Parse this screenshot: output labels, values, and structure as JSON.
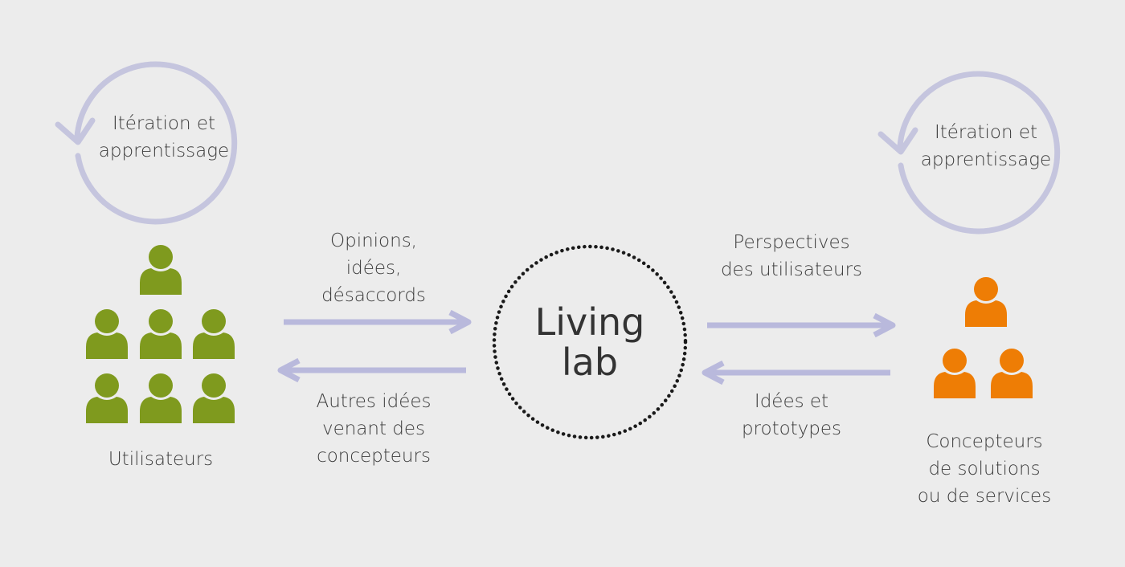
{
  "colors": {
    "background": "#ececec",
    "cycle_arrow": "#c5c5de",
    "flow_arrow": "#b9b9dc",
    "users": "#7f9a1e",
    "designers": "#ee7d05",
    "center_ring": "#1a1a1a"
  },
  "left_cycle": {
    "label": "Itération et\napprentissage"
  },
  "right_cycle": {
    "label": "Itération et\napprentissage"
  },
  "users": {
    "label": "Utilisateurs",
    "count": 7
  },
  "designers": {
    "label": "Concepteurs\nde solutions\nou de services",
    "count": 3
  },
  "center": {
    "label": "Living\nlab"
  },
  "flows": {
    "users_to_lab": "Opinions,\nidées,\ndésaccords",
    "lab_to_users": "Autres idées\nvenant des\nconcepteurs",
    "lab_to_designers": "Perspectives\ndes utilisateurs",
    "designers_to_lab": "Idées et\nprototypes"
  }
}
